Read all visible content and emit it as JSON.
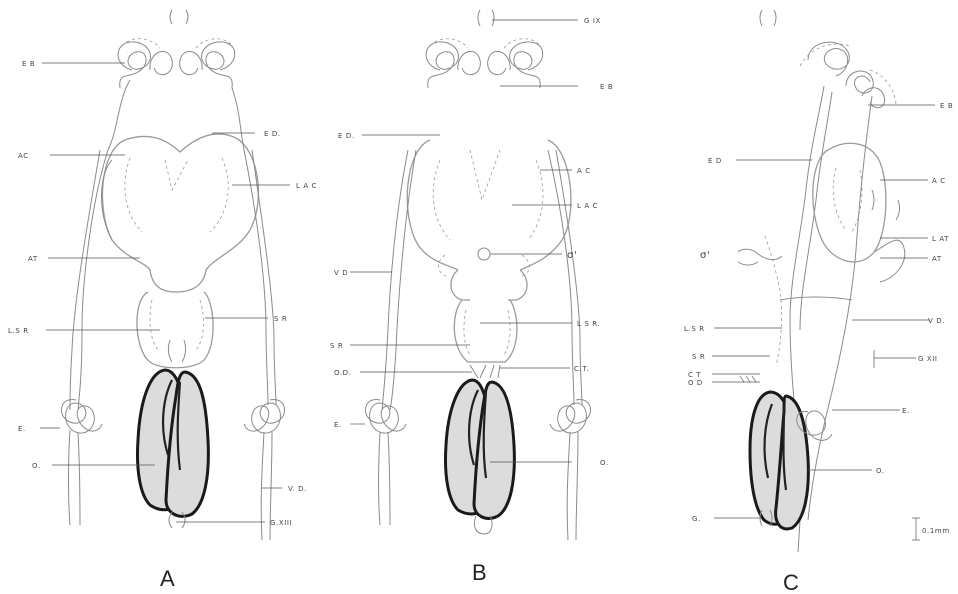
{
  "panels": {
    "A": {
      "letter": "A",
      "labels": [
        "E B",
        "AC",
        "AT",
        "L.S R",
        "E.",
        "O.",
        "E D.",
        "L A C",
        "S R",
        "V. D.",
        "G.XIII"
      ]
    },
    "B": {
      "letter": "B",
      "labels": [
        "G IX",
        "E B",
        "E D.",
        "A C",
        "L A C",
        "V D",
        "σ'",
        "L S R.",
        "S R",
        "O.D.",
        "C.T.",
        "E.",
        "O."
      ]
    },
    "C": {
      "letter": "C",
      "labels": [
        "E B",
        "E D",
        "A C",
        "L AT",
        "AT",
        "σ'",
        "L.S R",
        "V D.",
        "S R",
        "G XII",
        "C T",
        "O D",
        "E.",
        "O.",
        "G."
      ]
    }
  },
  "scale_bar": "0.1mm"
}
